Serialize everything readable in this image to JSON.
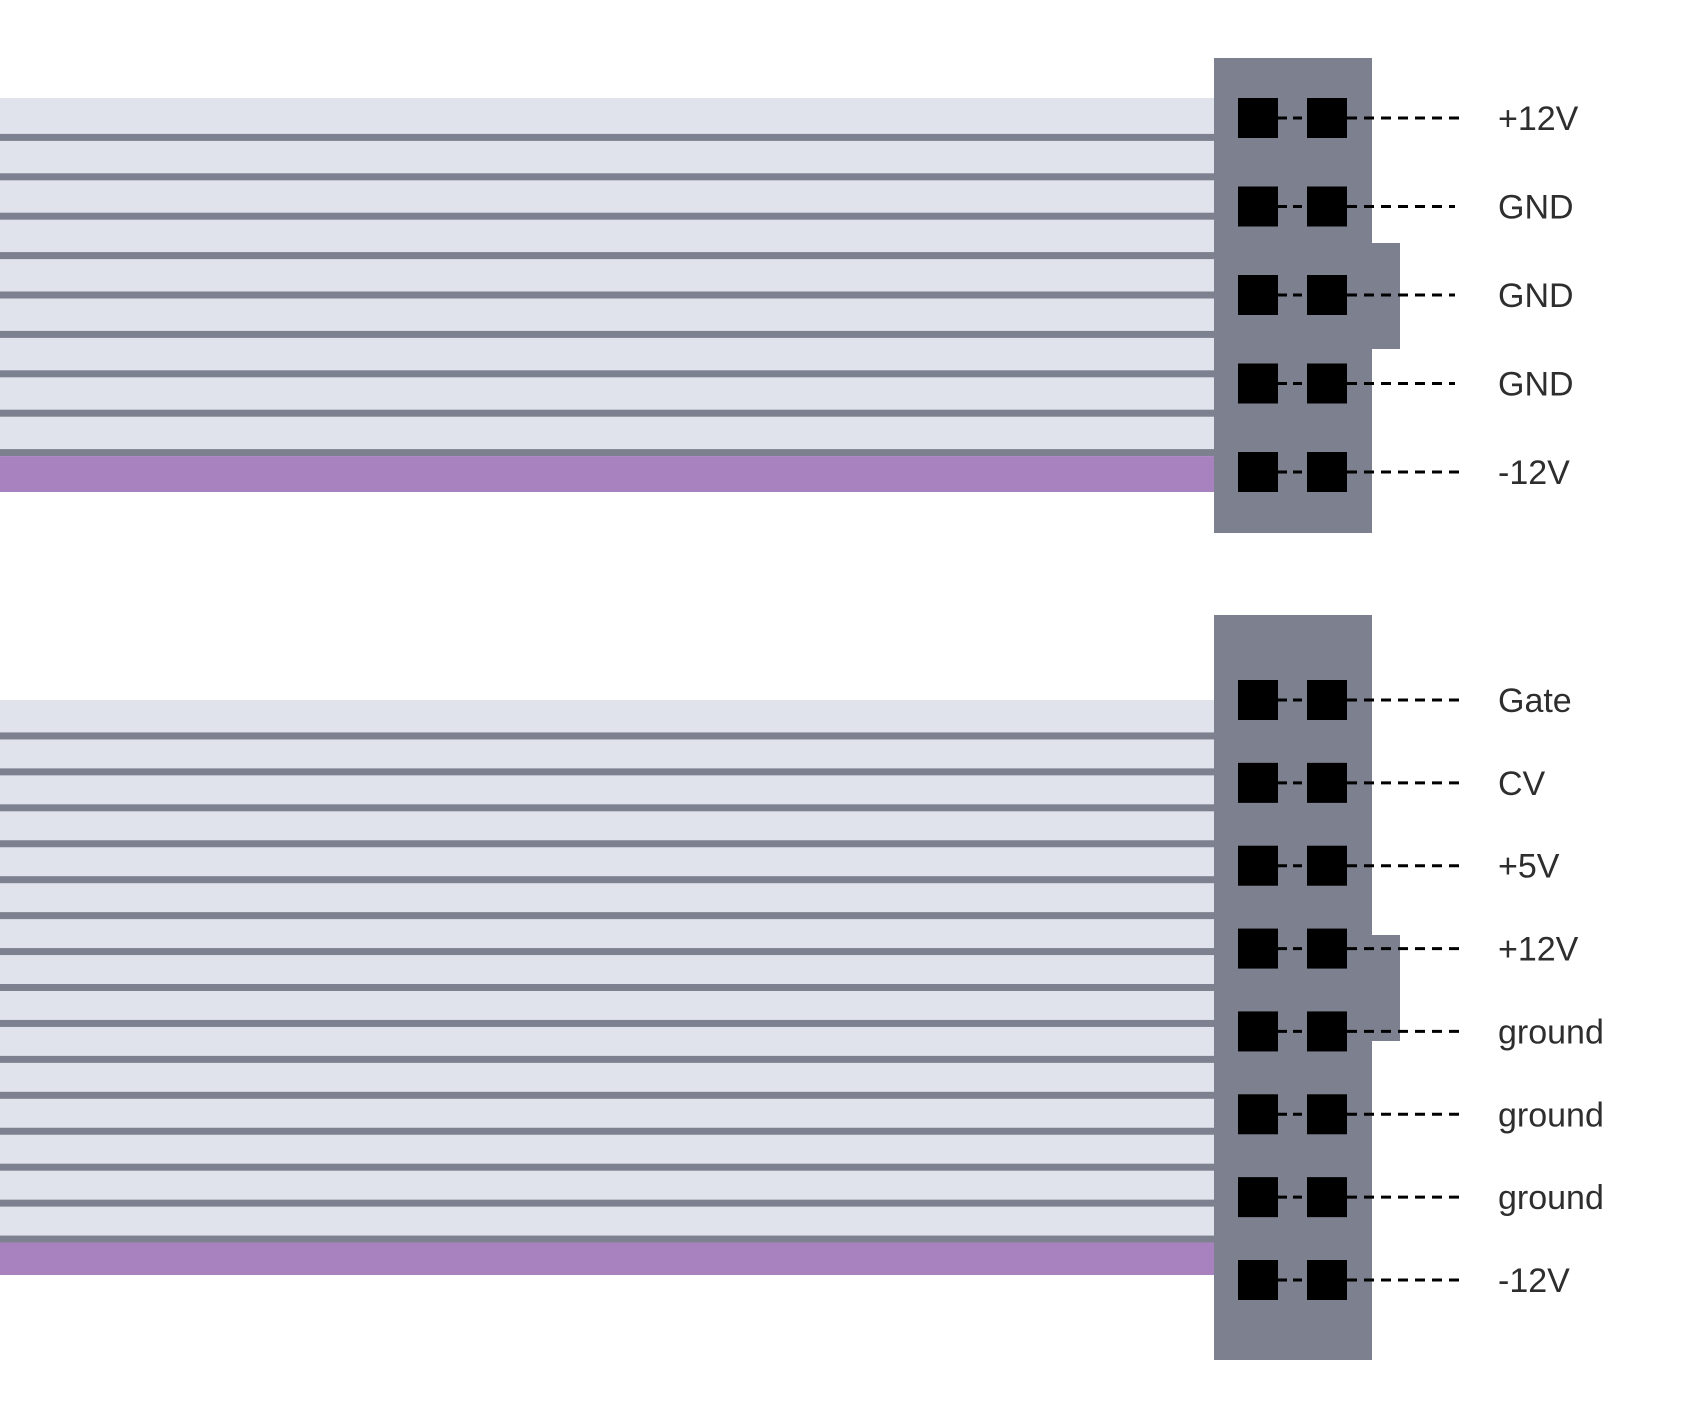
{
  "colors": {
    "background": "#ffffff",
    "ribbon_wire": "#e1e3ec",
    "ribbon_separator": "#7d808f",
    "stripe_wire": "#a882bf",
    "connector_body": "#7d808f",
    "pin": "#000000",
    "leader_line": "#000000",
    "label_text": "#2e2e2e"
  },
  "connectors": [
    {
      "name": "power-header-10-pin",
      "pin_rows": 5,
      "wires": 10,
      "labels": [
        "+12V",
        "GND",
        "GND",
        "GND",
        "-12V"
      ]
    },
    {
      "name": "power-header-16-pin",
      "pin_rows": 8,
      "wires": 16,
      "labels": [
        "Gate",
        "CV",
        "+5V",
        "+12V",
        "ground",
        "ground",
        "ground",
        "-12V"
      ]
    }
  ]
}
